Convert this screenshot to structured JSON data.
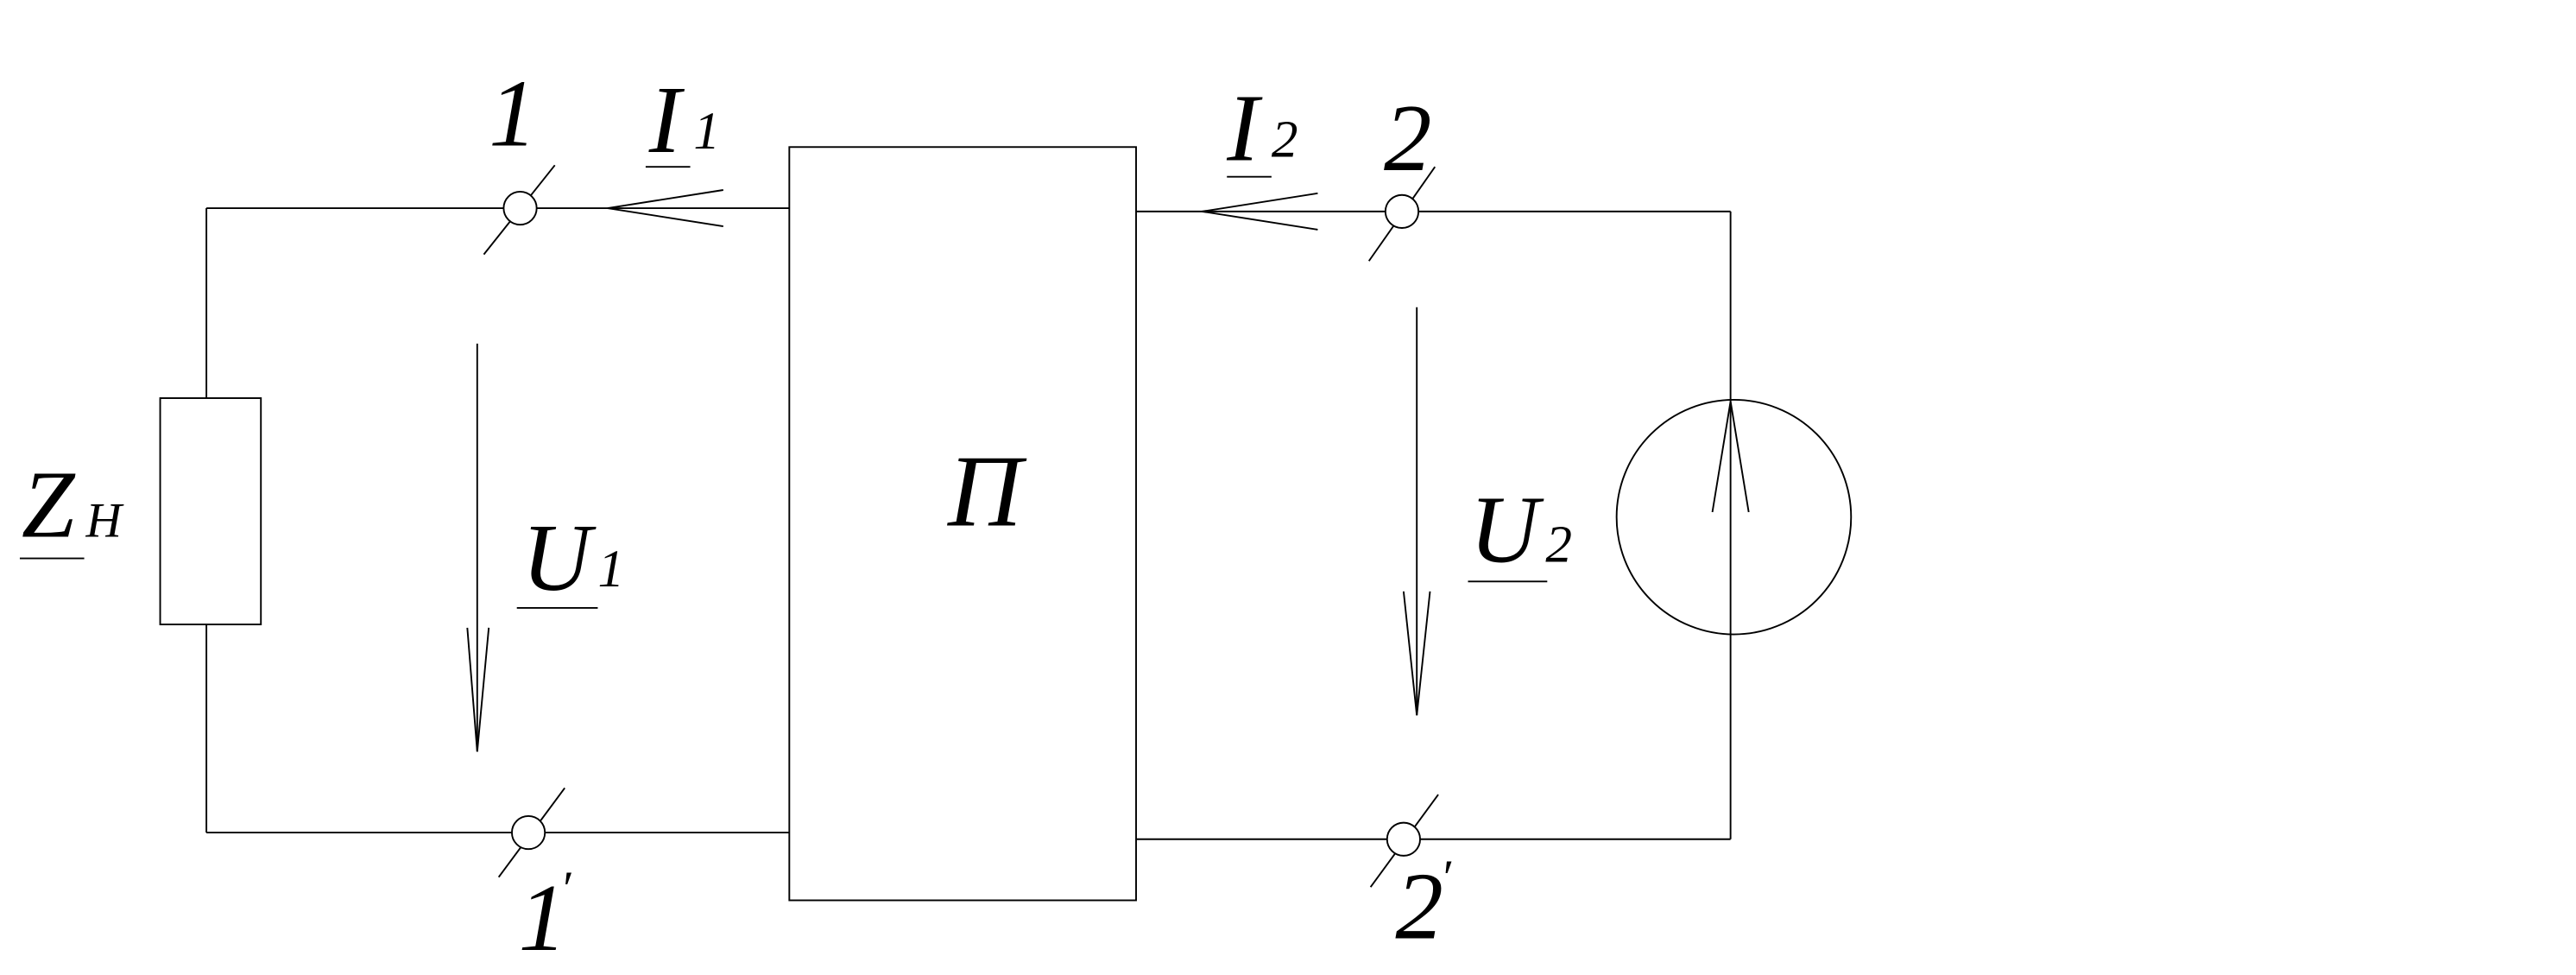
{
  "colors": {
    "line": "#000000",
    "background": "#ffffff"
  },
  "terminals": {
    "port1_top": {
      "label": "1"
    },
    "port1_bottom": {
      "label": "1",
      "prime": "′"
    },
    "port2_top": {
      "label": "2"
    },
    "port2_bottom": {
      "label": "2",
      "prime": "′"
    }
  },
  "currents": {
    "i1": {
      "symbol": "I",
      "subscript": "1"
    },
    "i2": {
      "symbol": "I",
      "subscript": "2"
    }
  },
  "voltages": {
    "u1": {
      "symbol": "U",
      "subscript": "1"
    },
    "u2": {
      "symbol": "U",
      "subscript": "2"
    }
  },
  "load": {
    "symbol": "Z",
    "subscript": "Н"
  },
  "network": {
    "label": "П"
  }
}
